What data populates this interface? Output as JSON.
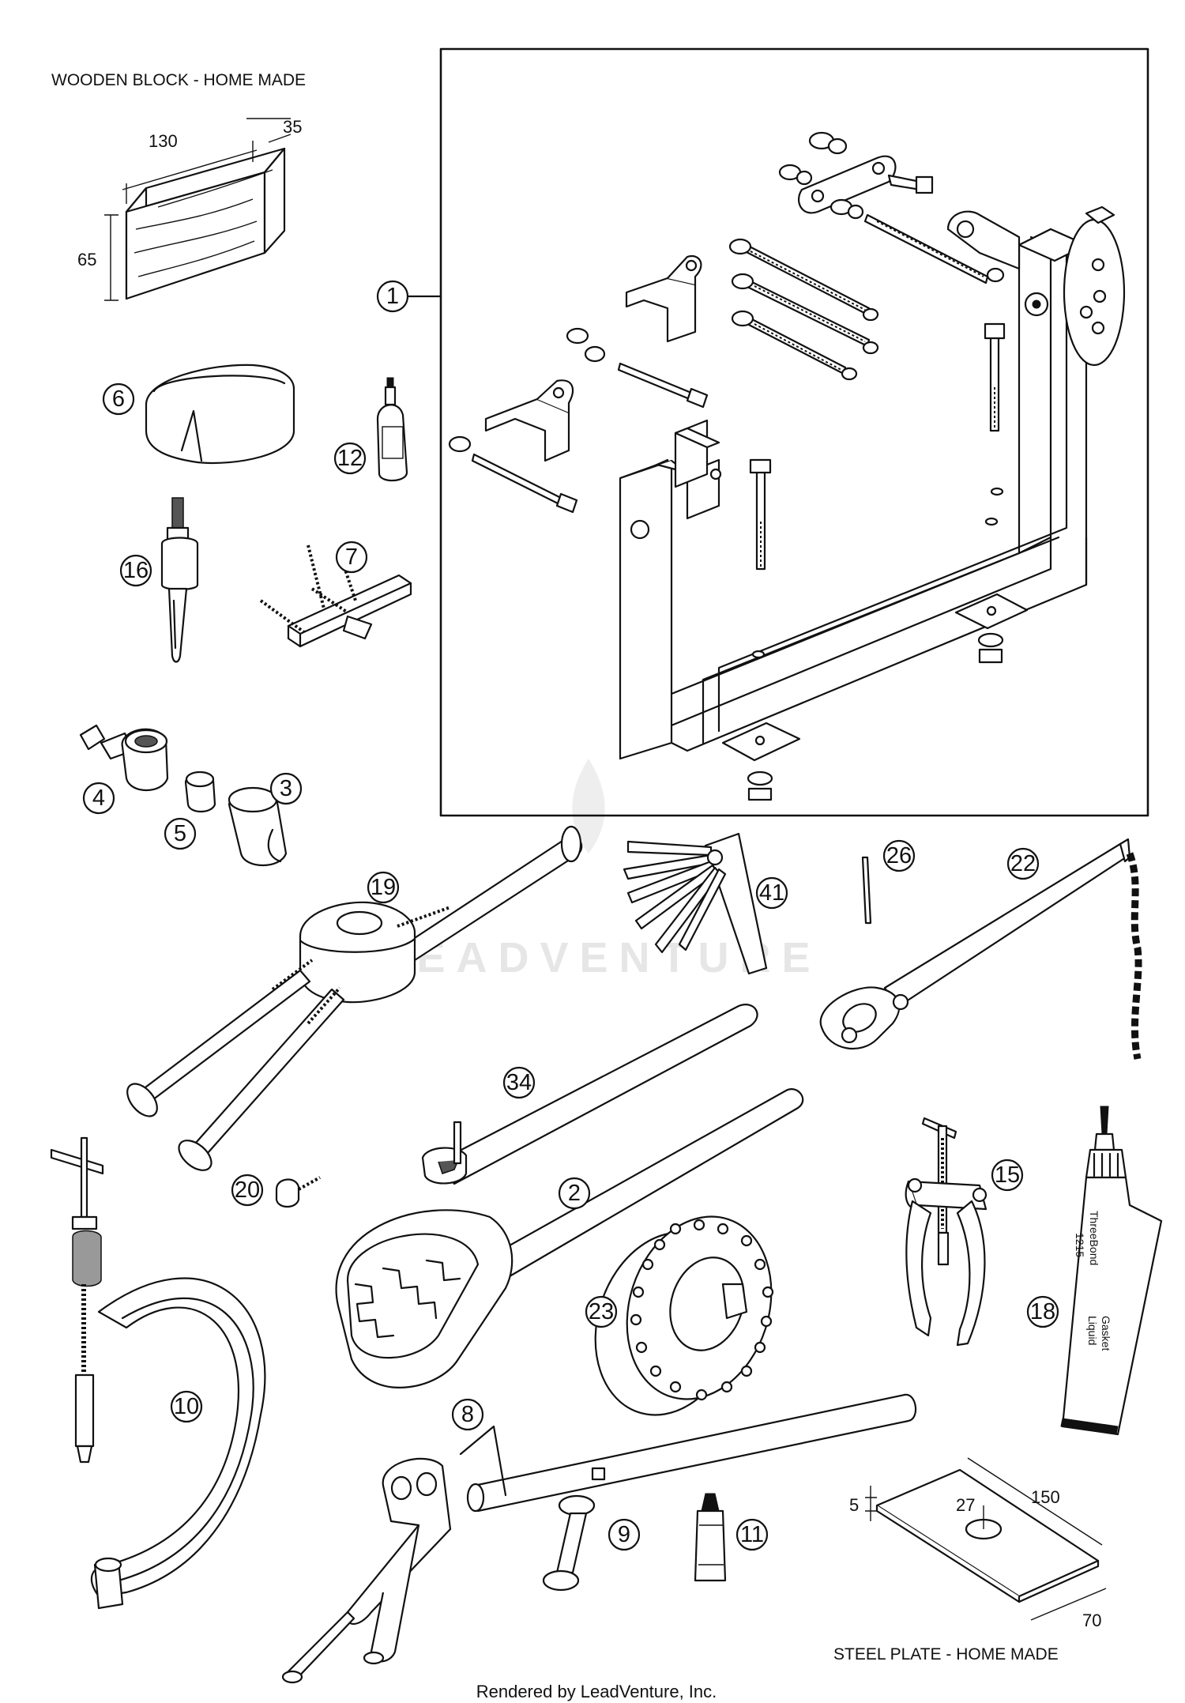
{
  "labels": {
    "wooden_block": "WOODEN BLOCK - HOME MADE",
    "steel_plate": "STEEL PLATE - HOME MADE",
    "footer": "Rendered by LeadVenture, Inc.",
    "watermark": "LEADVENTURE"
  },
  "dimensions": {
    "block_length": "130",
    "block_depth": "35",
    "block_height": "65",
    "plate_thickness": "5",
    "plate_hole": "27",
    "plate_length": "150",
    "plate_width": "70"
  },
  "tube_text": {
    "brand": "ThreeBond",
    "number": "1215",
    "line1": "Gasket",
    "line2": "Liquid"
  },
  "callouts": {
    "c1": "1",
    "c2": "2",
    "c3": "3",
    "c4": "4",
    "c5": "5",
    "c6": "6",
    "c7": "7",
    "c8": "8",
    "c9": "9",
    "c10": "10",
    "c11": "11",
    "c12": "12",
    "c15": "15",
    "c16": "16",
    "c18": "18",
    "c19": "19",
    "c20": "20",
    "c22": "22",
    "c23": "23",
    "c26": "26",
    "c34": "34",
    "c41": "41"
  }
}
